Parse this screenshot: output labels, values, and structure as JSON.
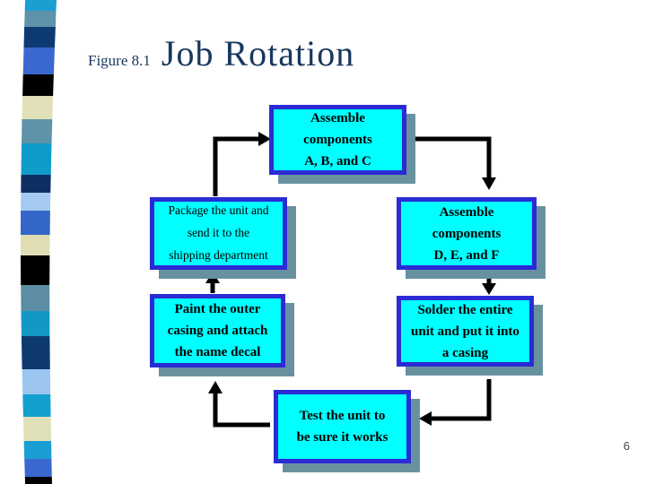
{
  "slide": {
    "figure_label": "Figure 8.1",
    "title": "Job Rotation",
    "page_number": "6"
  },
  "boxes": {
    "assemble_abc": {
      "lines": [
        "Assemble",
        "components",
        "A, B, and C"
      ]
    },
    "package": {
      "lines": [
        "Package the unit and",
        "send it to the",
        "shipping department"
      ]
    },
    "assemble_def": {
      "lines": [
        "Assemble",
        "components",
        "D, E, and F"
      ]
    },
    "paint": {
      "lines": [
        "Paint the outer",
        "casing and attach",
        "the name decal"
      ]
    },
    "solder": {
      "lines": [
        "Solder the entire",
        "unit and put it into",
        "a casing"
      ]
    },
    "test": {
      "lines": [
        "Test the unit to",
        "be sure it works"
      ]
    }
  },
  "colors": {
    "box_fill": "#00ffff",
    "box_border": "#2b2bd5",
    "box_shadow": "#68919f",
    "title_text": "#17375e",
    "arrow": "#000000",
    "background": "#ffffff"
  },
  "decorative_bar": {
    "stops": [
      [
        0,
        12,
        "#1b9fd0"
      ],
      [
        12,
        30,
        "#5e93ab"
      ],
      [
        30,
        53,
        "#0e3a74"
      ],
      [
        53,
        83,
        "#3a68cf"
      ],
      [
        83,
        107,
        "#000000"
      ],
      [
        107,
        133,
        "#e2e0b8"
      ],
      [
        133,
        160,
        "#5e93a8"
      ],
      [
        160,
        195,
        "#0f9cc8"
      ],
      [
        195,
        215,
        "#0e2f62"
      ],
      [
        215,
        235,
        "#a4caf2"
      ],
      [
        235,
        262,
        "#3465c8"
      ],
      [
        262,
        285,
        "#e0ddb4"
      ],
      [
        285,
        318,
        "#000000"
      ],
      [
        318,
        347,
        "#5d8da4"
      ],
      [
        347,
        375,
        "#1397c4"
      ],
      [
        375,
        412,
        "#0e3a70"
      ],
      [
        412,
        440,
        "#9cc6f0"
      ],
      [
        440,
        465,
        "#12a0ce"
      ],
      [
        465,
        492,
        "#e0e0b8"
      ],
      [
        492,
        512,
        "#1a9fd4"
      ],
      [
        512,
        532,
        "#3a68cf"
      ],
      [
        532,
        540,
        "#000000"
      ]
    ]
  }
}
